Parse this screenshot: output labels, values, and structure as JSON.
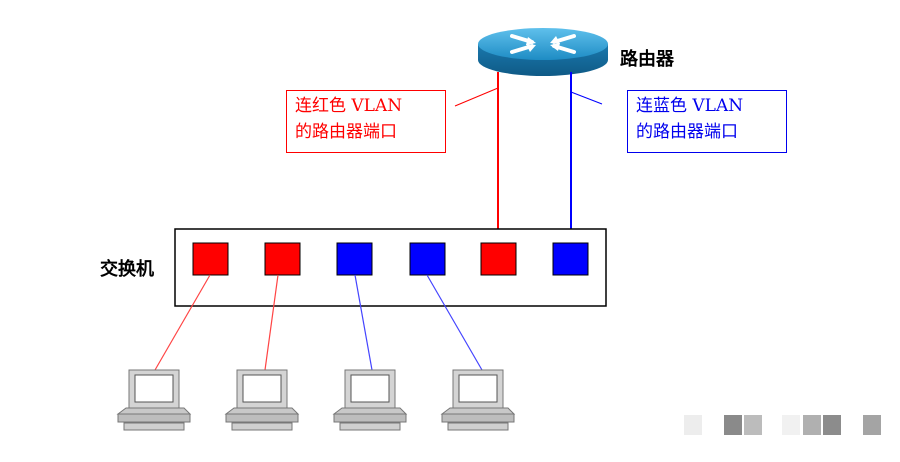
{
  "labels": {
    "router": "路由器",
    "switch": "交换机"
  },
  "callouts": {
    "red": {
      "line1": "连红色 VLAN",
      "line2": "的路由器端口"
    },
    "blue": {
      "line1": "连蓝色 VLAN",
      "line2": "的路由器端口"
    }
  },
  "colors": {
    "red_vlan": "#ff0000",
    "blue_vlan": "#0000ff",
    "router_body": "#1f8fc4"
  },
  "switch_ports": [
    "red",
    "red",
    "blue",
    "blue",
    "red",
    "blue"
  ],
  "connections": {
    "computers": [
      {
        "computer": 1,
        "port": 1,
        "vlan": "red"
      },
      {
        "computer": 2,
        "port": 2,
        "vlan": "red"
      },
      {
        "computer": 3,
        "port": 3,
        "vlan": "blue"
      },
      {
        "computer": 4,
        "port": 4,
        "vlan": "blue"
      }
    ],
    "router_uplinks": [
      {
        "port": 5,
        "vlan": "red"
      },
      {
        "port": 6,
        "vlan": "blue"
      }
    ]
  }
}
